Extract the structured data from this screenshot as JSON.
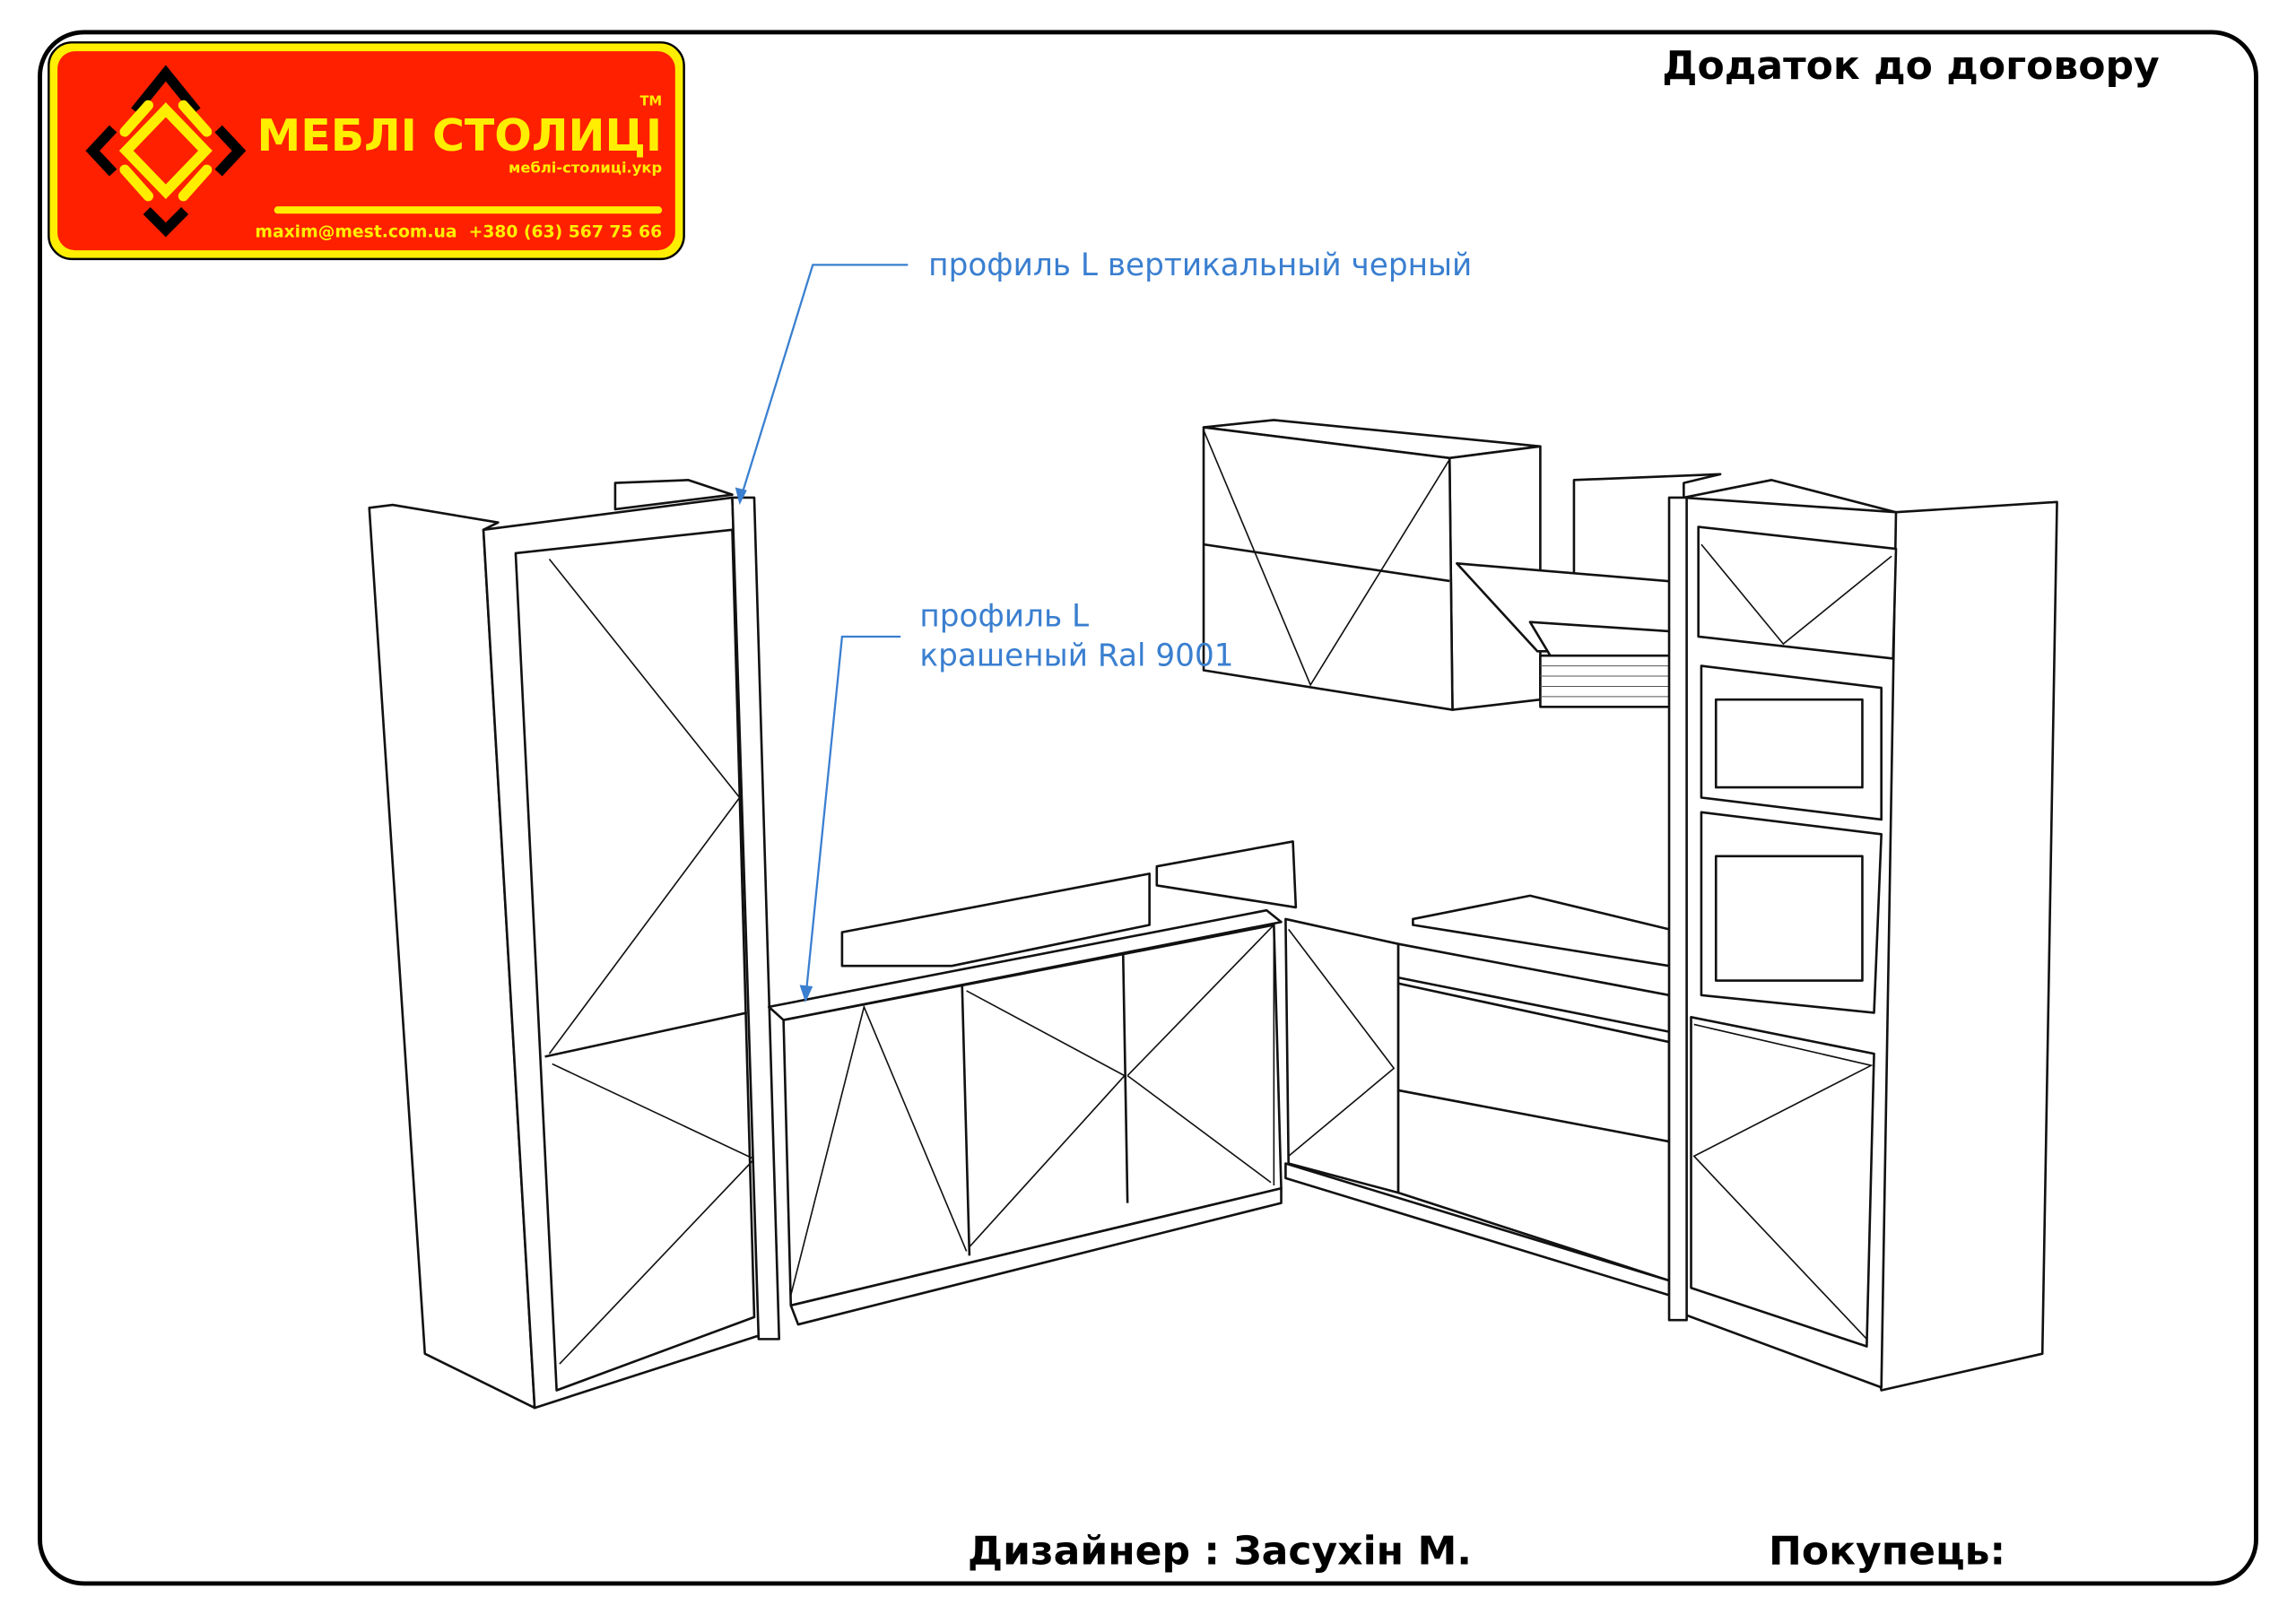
{
  "header": {
    "title": "Додаток до договору"
  },
  "logo": {
    "brand": "МЕБЛІ СТОЛИЦІ",
    "tm": "TM",
    "website": "меблі-столиці.укр",
    "contacts": "maxim@mest.com.ua  +380 (63) 567 75 66",
    "colors": {
      "background": "#ff2000",
      "accent": "#ffee00"
    }
  },
  "annotations": [
    {
      "lines": [
        "профиль L вертикальный черный"
      ]
    },
    {
      "lines": [
        "профиль L",
        "крашеный Ral 9001"
      ]
    }
  ],
  "footer": {
    "designer": "Дизайнер : Засухін М.",
    "customer": "Покупець:"
  }
}
